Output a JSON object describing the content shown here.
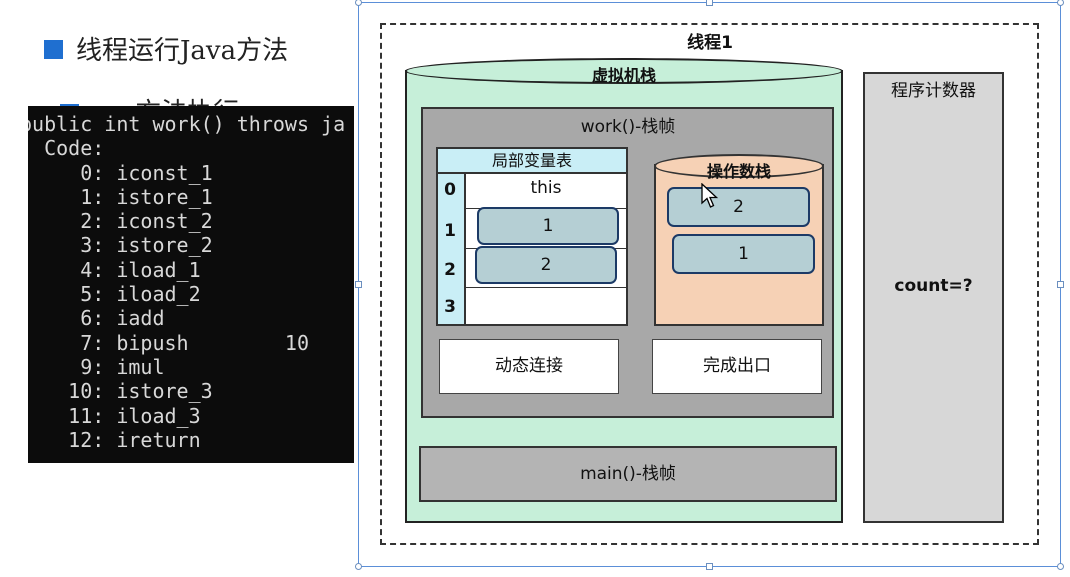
{
  "slide": {
    "bullet_text": "线程运行Java方法",
    "bullet2_partial": "方法执行"
  },
  "code": {
    "lines": [
      "public int work() throws ja",
      "  Code:",
      "     0: iconst_1",
      "     1: istore_1",
      "     2: iconst_2",
      "     3: istore_2",
      "     4: iload_1",
      "     5: iload_2",
      "     6: iadd",
      "     7: bipush        10",
      "     9: imul",
      "    10: istore_3",
      "    11: iload_3",
      "    12: ireturn"
    ]
  },
  "diagram": {
    "thread_title": "线程1",
    "vm_stack_title": "虚拟机栈",
    "work_frame_title": "work()-栈帧",
    "local_var_table": {
      "title": "局部变量表",
      "indices": [
        "0",
        "1",
        "2",
        "3"
      ],
      "this_label": "this",
      "slot1_value": "1",
      "slot2_value": "2"
    },
    "operand_stack": {
      "title": "操作数栈",
      "top_value": "2",
      "bottom_value": "1"
    },
    "dynamic_link": "动态连接",
    "return_addr": "完成出口",
    "main_frame_title": "main()-栈帧",
    "pc": {
      "title": "程序计数器",
      "value": "count=?"
    }
  },
  "colors": {
    "vm_stack": "#c6efd9",
    "local_table_header": "#c9eef6",
    "operand_stack": "#f6d1b5",
    "slot": "#b5cfd4",
    "bullet": "#1f6fd0"
  },
  "icons": [
    "mouse-cursor-icon"
  ]
}
